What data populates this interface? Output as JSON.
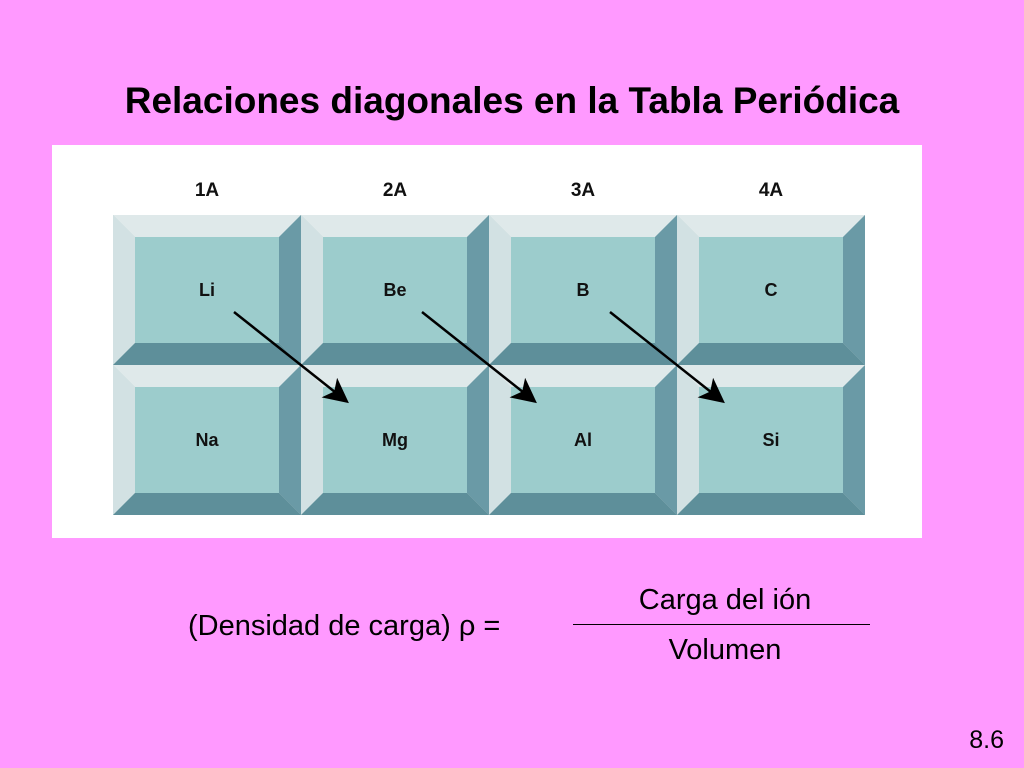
{
  "title": "Relaciones diagonales en la Tabla Periódica",
  "groups": [
    "1A",
    "2A",
    "3A",
    "4A"
  ],
  "rows": [
    [
      "Li",
      "Be",
      "B",
      "C"
    ],
    [
      "Na",
      "Mg",
      "Al",
      "Si"
    ]
  ],
  "diagonal_relations": [
    {
      "from": "Li",
      "to": "Mg"
    },
    {
      "from": "Be",
      "to": "Al"
    },
    {
      "from": "B",
      "to": "Si"
    }
  ],
  "formula": {
    "lhs": "(Densidad de carga) ρ =",
    "numerator": "Carga del ión",
    "denominator": "Volumen"
  },
  "slide_number": "8.6",
  "colors": {
    "background": "#ff99ff",
    "cell_face": "#9ccccc",
    "panel": "#ffffff"
  }
}
